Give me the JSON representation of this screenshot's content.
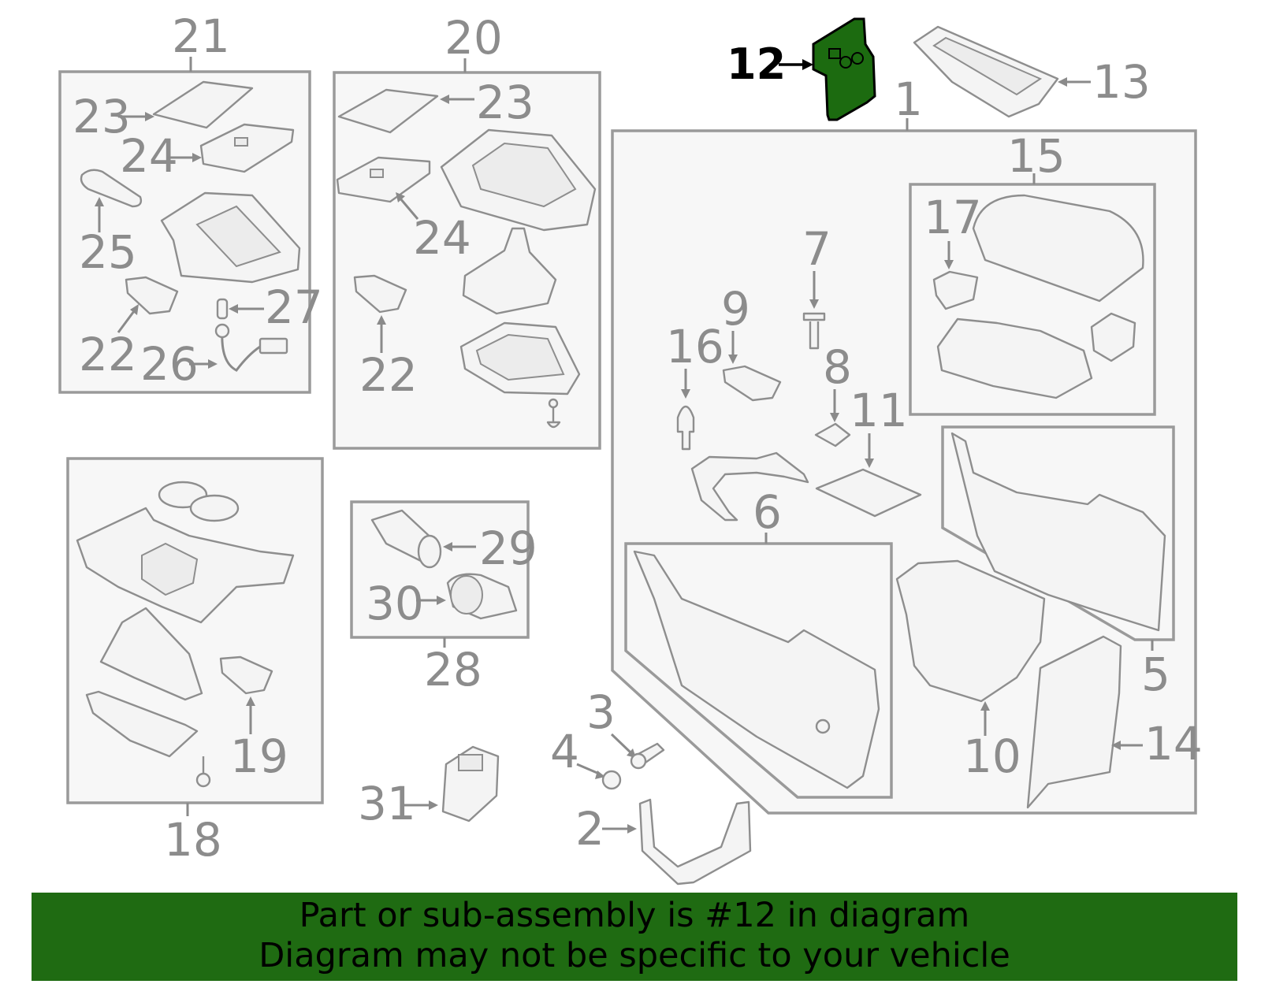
{
  "diagram": {
    "highlight_color": "#1c6b10",
    "banner_color": "#1f6b12",
    "highlighted_part": "12",
    "callouts": {
      "c1": "1",
      "c2": "2",
      "c3": "3",
      "c4": "4",
      "c5": "5",
      "c6": "6",
      "c7": "7",
      "c8": "8",
      "c9": "9",
      "c10": "10",
      "c11": "11",
      "c12": "12",
      "c13": "13",
      "c14": "14",
      "c15": "15",
      "c16": "16",
      "c17": "17",
      "c18": "18",
      "c19": "19",
      "c20": "20",
      "c21": "21",
      "c22a": "22",
      "c22b": "22",
      "c23a": "23",
      "c23b": "23",
      "c24a": "24",
      "c24b": "24",
      "c25": "25",
      "c26": "26",
      "c27": "27",
      "c28": "28",
      "c29": "29",
      "c30": "30",
      "c31": "31"
    }
  },
  "banner": {
    "line1": "Part or sub-assembly is #12 in diagram",
    "line2": "Diagram may not be specific to your vehicle"
  }
}
